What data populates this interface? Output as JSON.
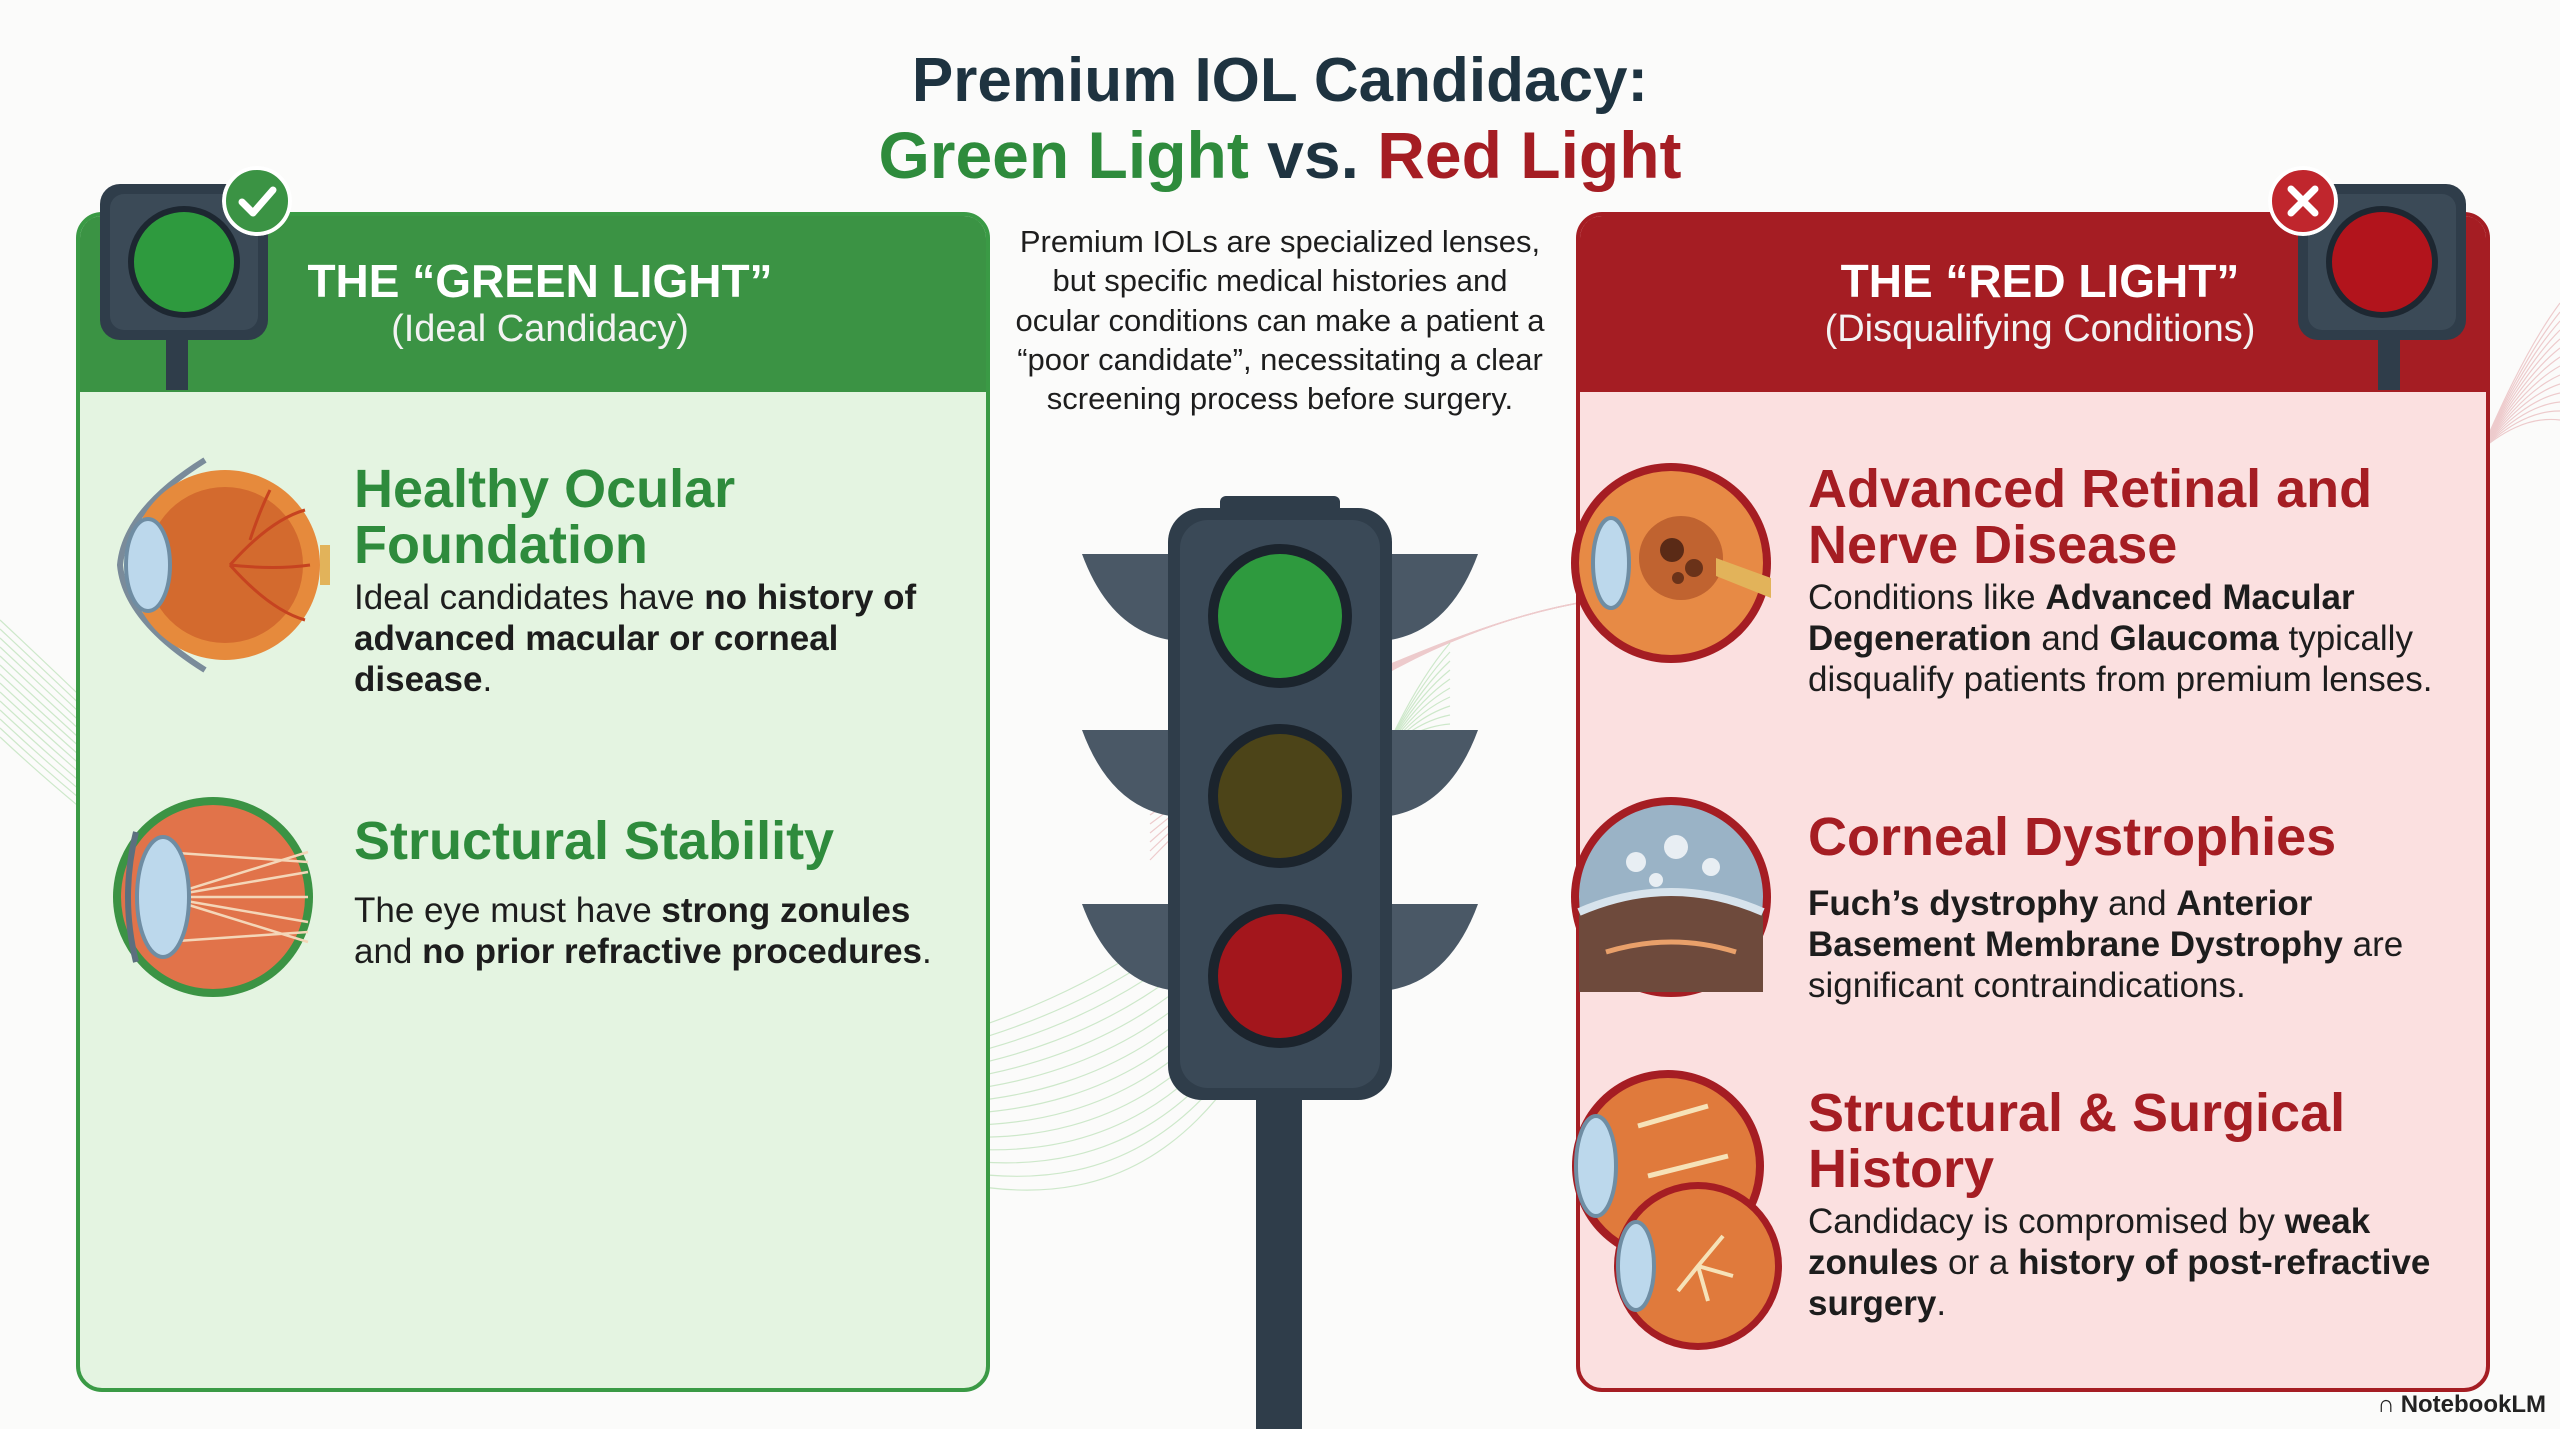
{
  "title": {
    "line1": "Premium IOL Candidacy:",
    "green": "Green Light",
    "vs": "vs.",
    "red": "Red Light"
  },
  "intro": "Premium IOLs are specialized lenses, but specific medical histories and ocular conditions can make a patient a “poor candidate”, necessitating a clear screening process before surgery.",
  "green_panel": {
    "heading": "THE “GREEN LIGHT”",
    "subheading": "(Ideal Candidacy)",
    "items": [
      {
        "title_l1": "Healthy Ocular",
        "title_l2": "Foundation",
        "desc": [
          {
            "t": "Ideal candidates have ",
            "b": false
          },
          {
            "t": "no history of advanced macular or corneal disease",
            "b": true
          },
          {
            "t": ".",
            "b": false
          }
        ]
      },
      {
        "title_l1": "Structural Stability",
        "title_l2": "",
        "desc": [
          {
            "t": "The eye must have ",
            "b": false
          },
          {
            "t": "strong zonules",
            "b": true
          },
          {
            "t": " and ",
            "b": false
          },
          {
            "t": "no prior refractive procedures",
            "b": true
          },
          {
            "t": ".",
            "b": false
          }
        ]
      }
    ]
  },
  "red_panel": {
    "heading": "THE “RED LIGHT”",
    "subheading": "(Disqualifying Conditions)",
    "items": [
      {
        "title_l1": "Advanced Retinal and",
        "title_l2": "Nerve Disease",
        "desc": [
          {
            "t": "Conditions like ",
            "b": false
          },
          {
            "t": "Advanced Macular Degeneration",
            "b": true
          },
          {
            "t": " and ",
            "b": false
          },
          {
            "t": "Glaucoma",
            "b": true
          },
          {
            "t": " typically disqualify patients from premium lenses.",
            "b": false
          }
        ]
      },
      {
        "title_l1": "Corneal Dystrophies",
        "title_l2": "",
        "desc": [
          {
            "t": "Fuch’s dystrophy",
            "b": true
          },
          {
            "t": " and ",
            "b": false
          },
          {
            "t": "Anterior Basement Membrane Dystrophy",
            "b": true
          },
          {
            "t": " are significant contraindications.",
            "b": false
          }
        ]
      },
      {
        "title_l1": "Structural & Surgical",
        "title_l2": "History",
        "desc": [
          {
            "t": "Candidacy is compromised by ",
            "b": false
          },
          {
            "t": "weak zonules",
            "b": true
          },
          {
            "t": " or a ",
            "b": false
          },
          {
            "t": "history of post-refractive",
            "b": true
          },
          {
            "t": " ",
            "b": false
          },
          {
            "t": "surgery",
            "b": true
          },
          {
            "t": ".",
            "b": false
          }
        ]
      }
    ]
  },
  "footer": "NotebookLM",
  "colors": {
    "green": "#3b9344",
    "red": "#a51d23",
    "navy": "#1e3340",
    "signal_housing": "#2f3d4a"
  }
}
